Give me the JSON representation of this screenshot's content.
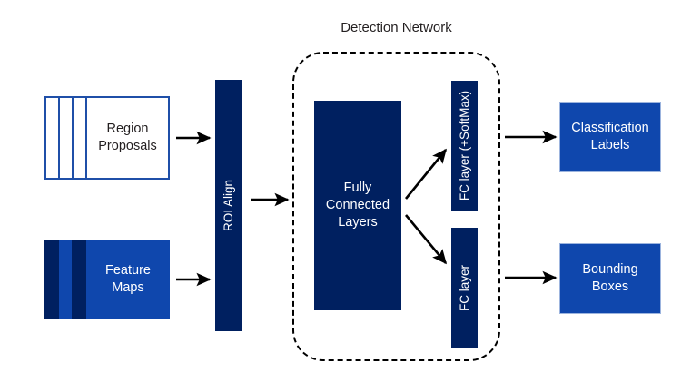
{
  "diagram": {
    "title": "Detection Network",
    "colors": {
      "navy": "#002060",
      "bright_blue": "#0F47AD",
      "outline_blue": "#1F4FA8",
      "arrow": "#000000",
      "text_dark": "#231f20",
      "text_light": "#ffffff",
      "background": "#ffffff"
    }
  },
  "inputs": {
    "region_proposals": {
      "label": "Region Proposals",
      "line1": "Region",
      "line2": "Proposals",
      "style": "outlined-stack",
      "sheets": 4
    },
    "feature_maps": {
      "label": "Feature Maps",
      "line1": "Feature",
      "line2": "Maps",
      "style": "filled-stack",
      "sheets": 3
    }
  },
  "stages": {
    "roi_align": {
      "label": "ROI Align",
      "orientation": "vertical"
    },
    "fully_connected": {
      "label": "Fully Connected Layers",
      "line1": "Fully",
      "line2": "Connected",
      "line3": "Layers",
      "orientation": "horizontal"
    },
    "fc_softmax": {
      "label": "FC layer (+SoftMax)",
      "orientation": "vertical"
    },
    "fc_plain": {
      "label": "FC layer",
      "orientation": "vertical"
    }
  },
  "outputs": {
    "classification": {
      "label": "Classification Labels",
      "line1": "Classification",
      "line2": "Labels"
    },
    "bounding": {
      "label": "Bounding Boxes",
      "line1": "Bounding",
      "line2": "Boxes"
    }
  },
  "connections": [
    {
      "name": "region-proposals-to-roi-align",
      "from": "region_proposals",
      "to": "roi_align"
    },
    {
      "name": "feature-maps-to-roi-align",
      "from": "feature_maps",
      "to": "roi_align"
    },
    {
      "name": "roi-align-to-fully-connected",
      "from": "roi_align",
      "to": "fully_connected"
    },
    {
      "name": "fully-connected-to-fc-softmax",
      "from": "fully_connected",
      "to": "fc_softmax"
    },
    {
      "name": "fully-connected-to-fc-layer",
      "from": "fully_connected",
      "to": "fc_plain"
    },
    {
      "name": "fc-softmax-to-classification",
      "from": "fc_softmax",
      "to": "classification"
    },
    {
      "name": "fc-layer-to-bounding",
      "from": "fc_plain",
      "to": "bounding"
    }
  ]
}
